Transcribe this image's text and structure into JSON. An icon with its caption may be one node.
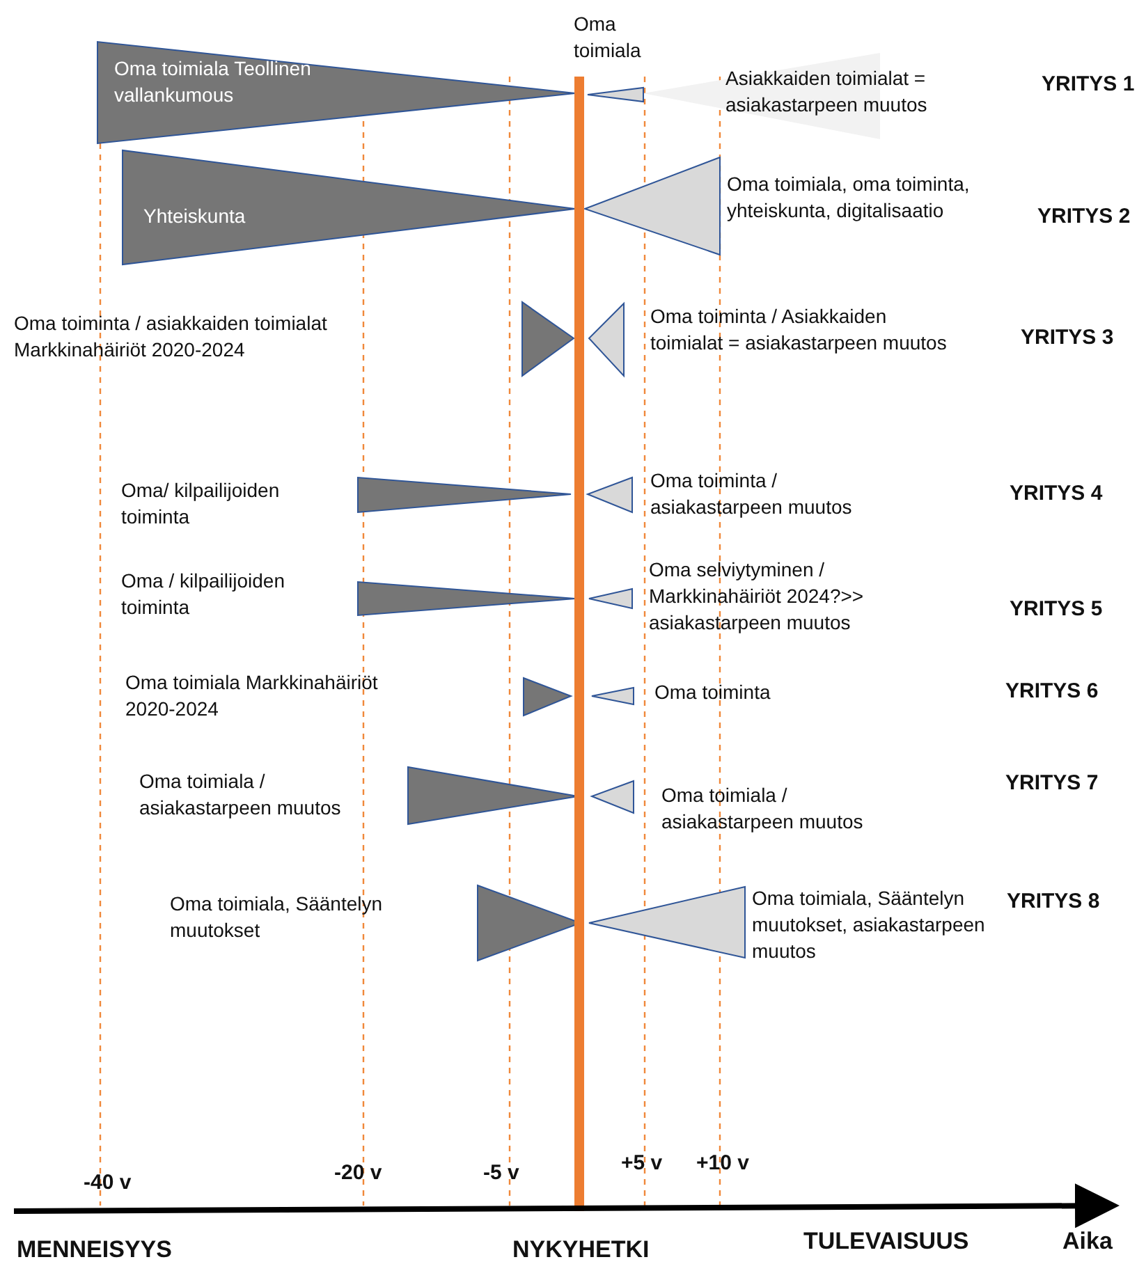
{
  "diagram": {
    "labels": [
      "Oma toimiala",
      "Oma toimiala Teollinen vallankumous",
      "Asiakkaiden toimialat = asiakastarpeen muutos",
      "YRITYS 1",
      "Yhteiskunta",
      "Oma toimiala, oma toiminta, yhteiskunta, digitalisaatio",
      "YRITYS 2",
      "Oma toiminta / asiakkaiden toimialat Markkinahäiriöt 2020-2024",
      "Oma toiminta / Asiakkaiden toimialat = asiakastarpeen muutos",
      "YRITYS 3",
      "Oma/ kilpailijoiden toiminta",
      "Oma toiminta / asiakastarpeen muutos",
      "YRITYS 4",
      "Oma / kilpailijoiden toiminta",
      "Oma selviytyminen / Markkinahäiriöt 2024?>> asiakastarpeen muutos",
      "YRITYS 5",
      "Oma toimiala Markkinahäiriöt 2020-2024",
      "Oma toiminta",
      "YRITYS 6",
      "Oma toimiala / asiakastarpeen muutos",
      "Oma toimiala / asiakastarpeen muutos",
      "YRITYS 7",
      "Oma toimiala, Sääntelyn muutokset",
      "Oma toimiala, Sääntelyn muutokset, asiakastarpeen muutos",
      "YRITYS 8",
      "+5 v",
      "+10 v",
      "-40 v",
      "-20 v",
      "-5 v",
      "MENNEISYYS",
      "NYKYHETKI",
      "TULEVAISUUS",
      "Aika"
    ]
  }
}
